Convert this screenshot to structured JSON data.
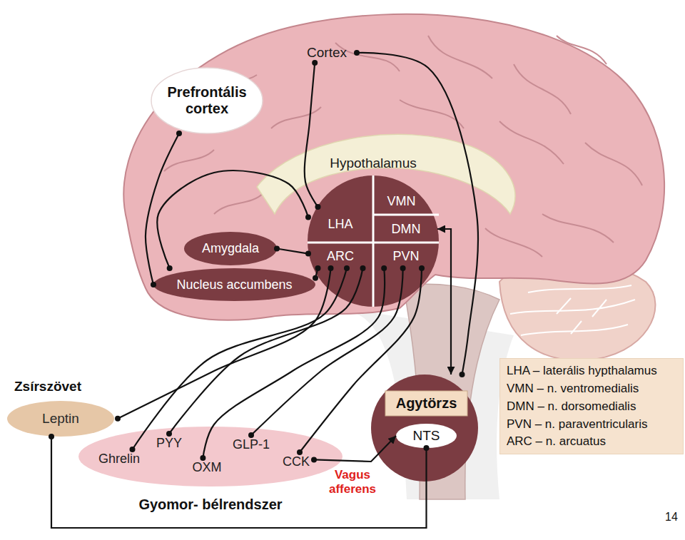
{
  "diagram": {
    "nodes": [
      {
        "text": [
          "Prefrontális cortex"
        ]
      },
      {
        "text": [
          "Cortex"
        ]
      },
      {
        "text": [
          "Hypothalamus"
        ]
      },
      {
        "text": [
          "LHA"
        ],
        "in": 2
      },
      {
        "text": [
          "VMN"
        ],
        "in": 2
      },
      {
        "text": [
          "DMN"
        ],
        "in": 2
      },
      {
        "text": [
          "ARC"
        ],
        "in": 2
      },
      {
        "text": [
          "PVN"
        ],
        "in": 2
      },
      {
        "text": [
          "Amygdala"
        ]
      },
      {
        "text": [
          "Nucleus accumbens"
        ]
      },
      {
        "text": [
          "Zsírszövet",
          "Leptin"
        ]
      },
      {
        "text": [
          "Gyomor- bélrendszer"
        ]
      },
      {
        "text": [
          "Ghrelin"
        ],
        "in": 11
      },
      {
        "text": [
          "PYY"
        ],
        "in": 11
      },
      {
        "text": [
          "OXM"
        ],
        "in": 11
      },
      {
        "text": [
          "GLP-1"
        ],
        "in": 11
      },
      {
        "text": [
          "CCK"
        ],
        "in": 11
      },
      {
        "text": [
          "Agytörzs"
        ]
      },
      {
        "text": [
          "NTS"
        ],
        "in": 17
      },
      {
        "text": [
          "LHA – laterális hypthalamus",
          "VMN – n. ventromedialis",
          "DMN – n. dorsomedialis",
          "PVN – n. paraventricularis",
          "ARC – n. arcuatus"
        ]
      }
    ],
    "edges": [
      {
        "from": 0,
        "to": 9,
        "arrow": "none"
      },
      {
        "from": 1,
        "to": 3,
        "arrow": "none"
      },
      {
        "from": 1,
        "to": 17,
        "arrow": "none"
      },
      {
        "from": 9,
        "to": 3,
        "arrow": "none"
      },
      {
        "from": 8,
        "to": 6,
        "arrow": "none"
      },
      {
        "from": 9,
        "to": 6,
        "arrow": "none"
      },
      {
        "from": 10,
        "to": 6,
        "arrow": "none"
      },
      {
        "from": 12,
        "to": 6,
        "arrow": "none"
      },
      {
        "from": 13,
        "to": 6,
        "arrow": "none"
      },
      {
        "from": 14,
        "to": 7,
        "arrow": "none"
      },
      {
        "from": 15,
        "to": 7,
        "arrow": "none"
      },
      {
        "from": 16,
        "to": 7,
        "arrow": "none"
      },
      {
        "from": 16,
        "to": 18,
        "arrow": "to",
        "label": "Vagus afferens"
      },
      {
        "from": 5,
        "to": 17,
        "arrow": "both"
      },
      {
        "from": 10,
        "to": 18,
        "arrow": "none"
      }
    ],
    "labels": [
      "14"
    ]
  }
}
